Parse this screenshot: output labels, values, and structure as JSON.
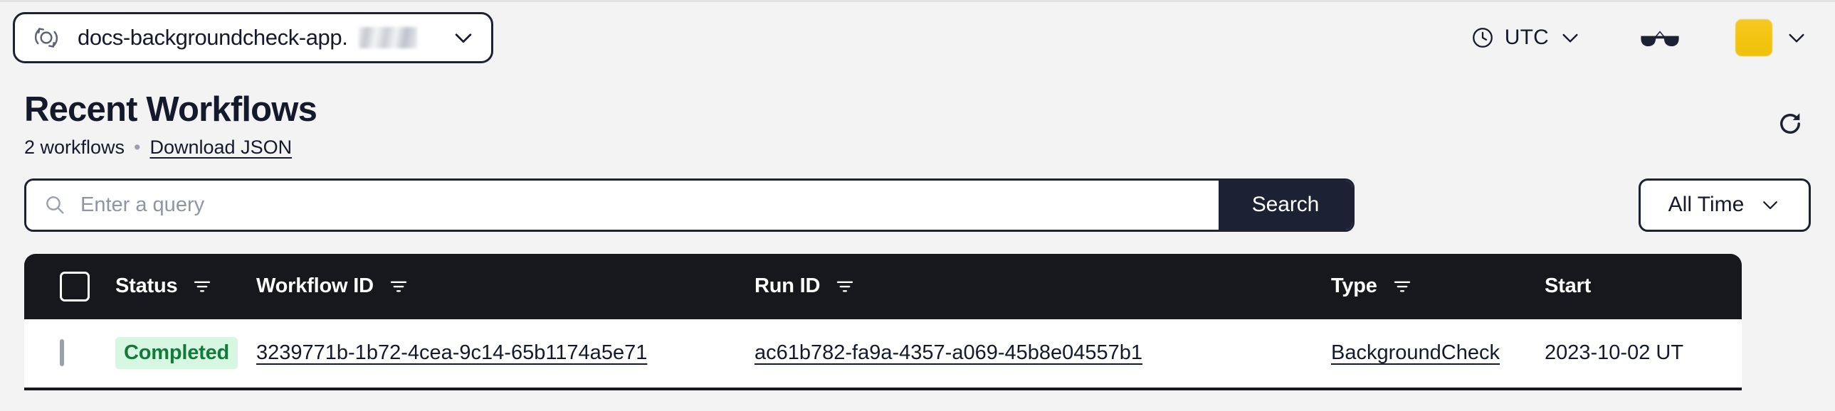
{
  "topbar": {
    "namespace_icon": "namespace-circular-arrows-icon",
    "namespace_label": "docs-backgroundcheck-app.",
    "namespace_chevron": "chevron-down-icon",
    "timezone_icon": "clock-icon",
    "timezone_label": "UTC",
    "timezone_chevron": "chevron-down-icon",
    "glasses_icon": "3d-glasses-icon",
    "avatar_icon": "user-avatar",
    "avatar_chevron": "chevron-down-icon",
    "avatar_color": "#f2c40f"
  },
  "header": {
    "title": "Recent Workflows",
    "count_label": "2 workflows",
    "separator": "•",
    "download_link": "Download JSON",
    "refresh_icon": "refresh-icon"
  },
  "search": {
    "icon": "search-icon",
    "placeholder": "Enter a query",
    "value": "",
    "button_label": "Search",
    "time_filter_label": "All Time",
    "time_filter_chevron": "chevron-down-icon"
  },
  "table": {
    "select_all_checkbox": "unchecked",
    "columns": [
      {
        "key": "status",
        "label": "Status",
        "filterable": true
      },
      {
        "key": "workflow_id",
        "label": "Workflow ID",
        "filterable": true
      },
      {
        "key": "run_id",
        "label": "Run ID",
        "filterable": true
      },
      {
        "key": "type",
        "label": "Type",
        "filterable": true
      },
      {
        "key": "start",
        "label": "Start",
        "filterable": false
      }
    ],
    "rows": [
      {
        "checkbox": "unchecked",
        "status": "Completed",
        "status_color": "#137a3a",
        "status_bg": "#d8f7e2",
        "workflow_id": "3239771b-1b72-4cea-9c14-65b1174a5e71",
        "run_id": "ac61b782-fa9a-4357-a069-45b8e04557b1",
        "type": "BackgroundCheck",
        "start": "2023-10-02 UT"
      }
    ]
  }
}
